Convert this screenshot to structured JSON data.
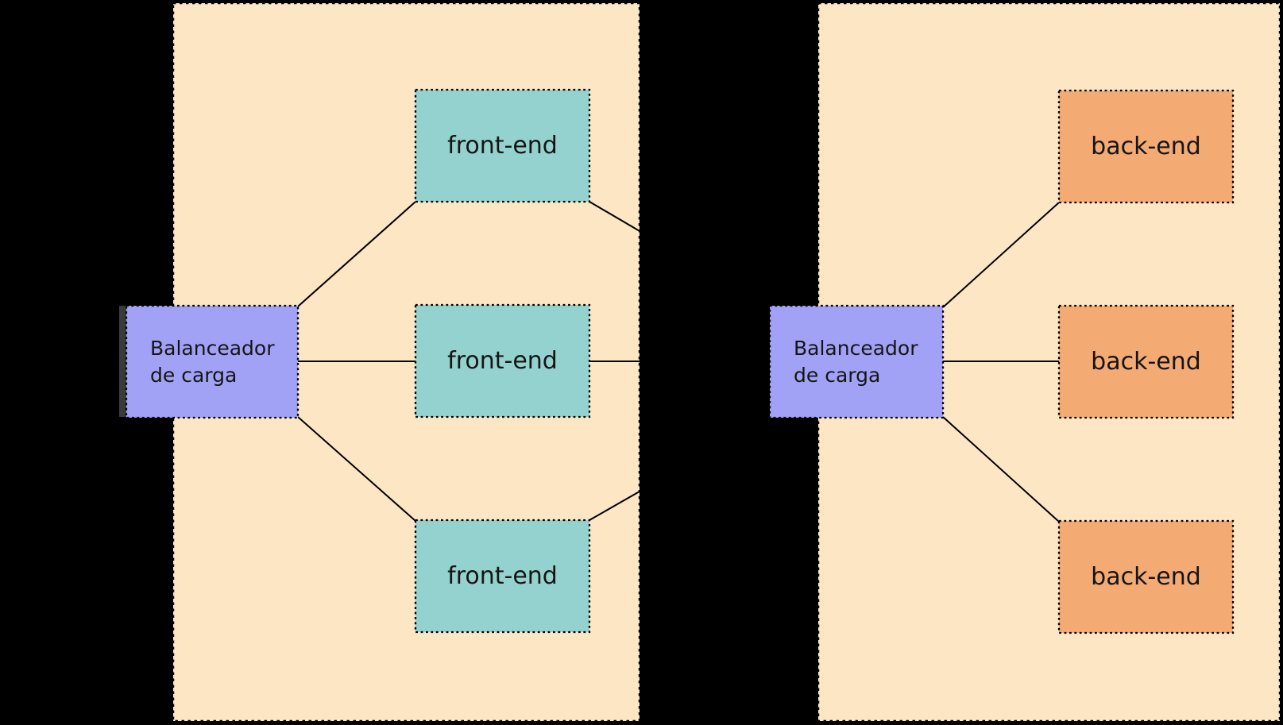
{
  "colors": {
    "background": "#000000",
    "container_fill": "#FCE6C4",
    "load_balancer_fill": "#A1A1F5",
    "frontend_fill": "#94D2CF",
    "backend_fill": "#F4AA73",
    "border": "#000000",
    "edge": "#000000",
    "text": "#151515",
    "shadow_artifact": "#3A3A3A"
  },
  "clusters": [
    {
      "id": "frontend-cluster",
      "load_balancer": {
        "label": "Balanceador\nde carga"
      },
      "nodes": [
        {
          "label": "front-end"
        },
        {
          "label": "front-end"
        },
        {
          "label": "front-end"
        }
      ]
    },
    {
      "id": "backend-cluster",
      "load_balancer": {
        "label": "Balanceador\nde carga"
      },
      "nodes": [
        {
          "label": "back-end"
        },
        {
          "label": "back-end"
        },
        {
          "label": "back-end"
        }
      ]
    }
  ]
}
